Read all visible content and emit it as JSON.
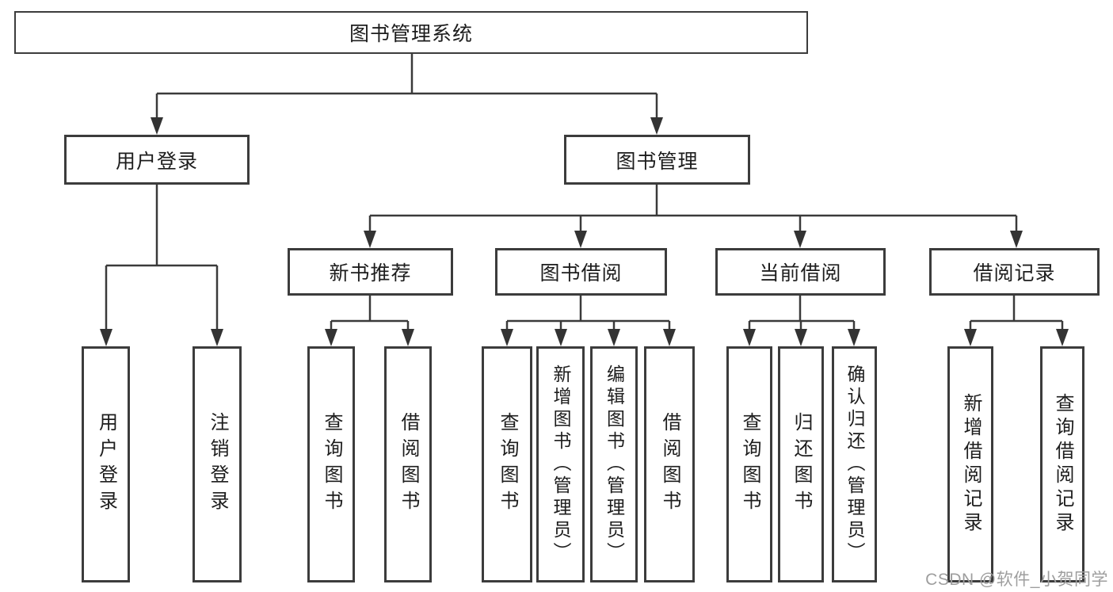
{
  "watermark": "CSDN @软件_小贺同学",
  "tree": {
    "root": {
      "label": "图书管理系统",
      "children": [
        {
          "label": "用户登录",
          "children": [
            {
              "label": "用户登录"
            },
            {
              "label": "注销登录"
            }
          ]
        },
        {
          "label": "图书管理",
          "children": [
            {
              "label": "新书推荐",
              "children": [
                {
                  "label": "查询图书"
                },
                {
                  "label": "借阅图书"
                }
              ]
            },
            {
              "label": "图书借阅",
              "children": [
                {
                  "label": "查询图书"
                },
                {
                  "label": "新增图书（管理员）"
                },
                {
                  "label": "编辑图书（管理员）"
                },
                {
                  "label": "借阅图书"
                }
              ]
            },
            {
              "label": "当前借阅",
              "children": [
                {
                  "label": "查询图书"
                },
                {
                  "label": "归还图书"
                },
                {
                  "label": "确认归还（管理员）"
                }
              ]
            },
            {
              "label": "借阅记录",
              "children": [
                {
                  "label": "新增借阅记录"
                },
                {
                  "label": "查询借阅记录"
                }
              ]
            }
          ]
        }
      ]
    }
  }
}
